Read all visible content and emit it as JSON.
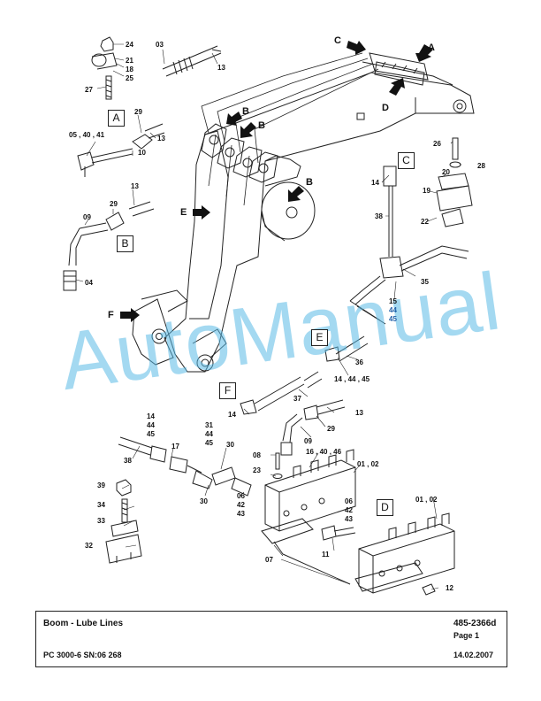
{
  "watermark": "AutoManual",
  "detail_labels": {
    "A": "A",
    "B": "B",
    "C": "C",
    "D": "D",
    "E": "E",
    "F": "F"
  },
  "view_arrows": {
    "C": "C",
    "A": "A",
    "D": "D",
    "B1": "B",
    "B2": "B",
    "B3": "B",
    "E": "E",
    "F": "F"
  },
  "callouts": {
    "c24": "24",
    "c03": "03",
    "c21": "21",
    "c18": "18",
    "c25": "25",
    "c13a": "13",
    "c27": "27",
    "c29a": "29",
    "c05": "05 , 40 , 41",
    "c13b": "13",
    "c10": "10",
    "c13c": "13",
    "c29b": "29",
    "c09a": "09",
    "c04": "04",
    "c26": "26",
    "c28": "28",
    "c20": "20",
    "c19": "19",
    "c22": "22",
    "c14a": "14",
    "c38a": "38",
    "c35": "35",
    "c15": "15",
    "c44a": "44",
    "c45a": "45",
    "c36": "36",
    "c14b": "14 , 44 , 45",
    "c37": "37",
    "c14c": "14",
    "c13d": "13",
    "c29c": "29",
    "c09b": "09",
    "c14d": "14",
    "c44b": "44",
    "c45b": "45",
    "c31": "31",
    "c44c": "44",
    "c45c": "45",
    "c17": "17",
    "c30a": "30",
    "c38b": "38",
    "c08": "08",
    "c16": "16 , 40 , 46",
    "c0102a": "01 , 02",
    "c23": "23",
    "c06": "06",
    "c42": "42",
    "c43": "43",
    "c30b": "30",
    "c39": "39",
    "c34": "34",
    "c33": "33",
    "c32": "32",
    "c0102b": "01 , 02",
    "c11": "11",
    "c07": "07",
    "c12": "12"
  },
  "footer": {
    "title": "Boom - Lube Lines",
    "doc_number": "485-2366d",
    "page": "Page 1",
    "model": "PC 3000-6 SN:06 268",
    "date": "14.02.2007"
  }
}
